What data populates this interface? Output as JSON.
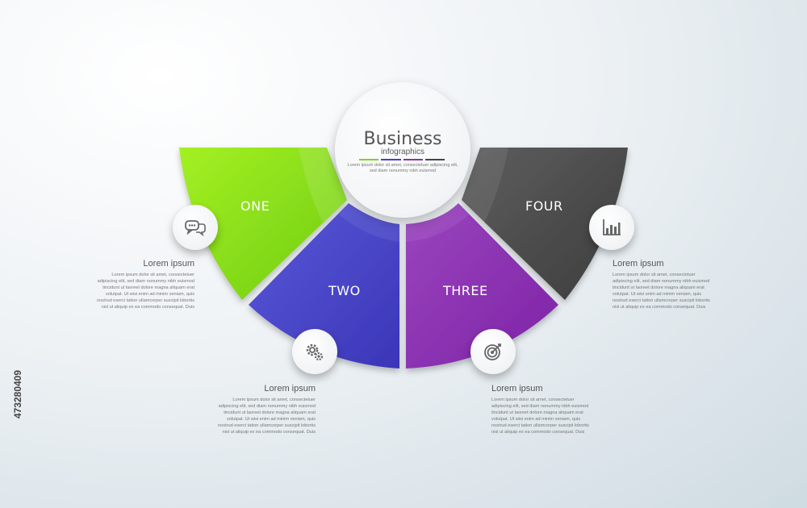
{
  "center": {
    "title": "Business",
    "subtitle": "infographics",
    "text": "Lorem ipsum dolor sit amet, consectetuer adipiscing elit, sed diam nonummy nibh euismod",
    "bar_colors": [
      "#7ed321",
      "#4a3fc4",
      "#8a2fb0",
      "#444444"
    ]
  },
  "segments": [
    {
      "label": "ONE",
      "color": "#8fe31c",
      "icon": "chat-bubbles-icon"
    },
    {
      "label": "TWO",
      "color": "#4b47cf",
      "icon": "gears-icon"
    },
    {
      "label": "THREE",
      "color": "#8e33b4",
      "icon": "target-icon"
    },
    {
      "label": "FOUR",
      "color": "#505050",
      "icon": "bar-chart-icon"
    }
  ],
  "texts": [
    {
      "title": "Lorem ipsum",
      "body": "Lorem ipsum dolor sit amet, consectetuer adipiscing elit, sed diam nonummy nibh euismod tincidunt ut laoreet dolore magna aliquam erat volutpat. Ut wisi enim ad minim veniam, quis nostrud exerci tation ullamcorper suscipit lobortis nisl ut aliquip ex ea commodo consequat. Duis"
    },
    {
      "title": "Lorem ipsum",
      "body": "Lorem ipsum dolor sit amet, consectetuer adipiscing elit, sed diam nonummy nibh euismod tincidunt ut laoreet dolore magna aliquam erat volutpat. Ut wisi enim ad minim veniam, quis nostrud exerci tation ullamcorper suscipit lobortis nisl ut aliquip ex ea commodo consequat. Duis"
    },
    {
      "title": "Lorem ipsum",
      "body": "Lorem ipsum dolor sit amet, consectetuer adipiscing elit, sed diam nonummy nibh euismod tincidunt ut laoreet dolore magna aliquam erat volutpat. Ut wisi enim ad minim veniam, quis nostrud exerci tation ullamcorper suscipit lobortis nisl ut aliquip ex ea commodo consequat. Duis"
    },
    {
      "title": "Lorem ipsum",
      "body": "Lorem ipsum dolor sit amet, consectetuer adipiscing elit, sed diam nonummy nibh euismod tincidunt ut laoreet dolore magna aliquam erat volutpat. Ut wisi enim ad minim veniam, quis nostrud exerci tation ullamcorper suscipit lobortis nisl ut aliquip ex ea commodo consequat. Duis"
    }
  ],
  "stock_id": "473280409"
}
